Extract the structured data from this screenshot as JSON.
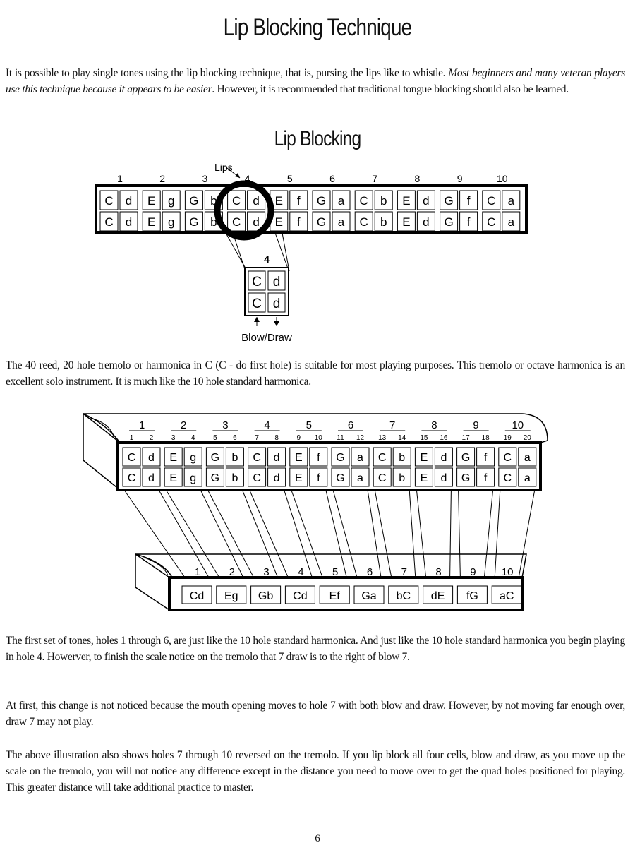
{
  "title": "Lip Blocking Technique",
  "intro": {
    "part1": "It is possible to play single tones using the lip blocking technique, that is, pursing the lips like to whistle. ",
    "italic": "Most beginners and many veteran players use this technique because it appears to be easier",
    "part2": ". However, it is recommended that traditional tongue blocking should also be learned."
  },
  "diagram1": {
    "title": "Lip Blocking",
    "lips_label": "Lips",
    "hole_numbers": [
      "1",
      "2",
      "3",
      "4",
      "5",
      "6",
      "7",
      "8",
      "9",
      "10"
    ],
    "notes": [
      "C",
      "d",
      "E",
      "g",
      "G",
      "b",
      "C",
      "d",
      "E",
      "f",
      "G",
      "a",
      "C",
      "b",
      "E",
      "d",
      "G",
      "f",
      "C",
      "a"
    ],
    "detail_number": "4",
    "detail_notes": [
      "C",
      "d"
    ],
    "blow_draw_label": "Blow/Draw"
  },
  "para2": "The 40 reed, 20 hole tremolo or harmonica in C (C - do first hole) is suitable for most playing purposes. This tremolo or octave harmonica is an excellent solo instrument. It is much like the 10 hole standard harmonica.",
  "diagram2": {
    "top_numbers": [
      "1",
      "2",
      "3",
      "4",
      "5",
      "6",
      "7",
      "8",
      "9",
      "10"
    ],
    "sub_numbers": [
      "1",
      "2",
      "3",
      "4",
      "5",
      "6",
      "7",
      "8",
      "9",
      "10",
      "11",
      "12",
      "13",
      "14",
      "15",
      "16",
      "17",
      "18",
      "19",
      "20"
    ],
    "notes": [
      "C",
      "d",
      "E",
      "g",
      "G",
      "b",
      "C",
      "d",
      "E",
      "f",
      "G",
      "a",
      "C",
      "b",
      "E",
      "d",
      "G",
      "f",
      "C",
      "a"
    ],
    "bottom_numbers": [
      "1",
      "2",
      "3",
      "4",
      "5",
      "6",
      "7",
      "8",
      "9",
      "10"
    ],
    "bottom_notes": [
      "Cd",
      "Eg",
      "Gb",
      "Cd",
      "Ef",
      "Ga",
      "bC",
      "dE",
      "fG",
      "aC"
    ]
  },
  "para3": "The first set of tones, holes 1 through 6, are just like the 10 hole standard harmonica. And just like the 10 hole standard harmonica you begin playing in hole 4. Howerver, to finish the scale notice on the tremolo that 7 draw is to the right of blow 7.",
  "para4": "At first, this change is not noticed because the mouth opening moves to hole 7 with both blow and draw. However, by not moving far enough over, draw 7 may not play.",
  "para5": "The above illustration also shows holes 7 through 10 reversed on the tremolo. If you lip block all four cells, blow and draw, as you move up the scale on the tremolo, you will not notice any difference except in the distance you need to move over to get the quad holes positioned for playing. This greater distance will take additional practice to master.",
  "page_number": "6"
}
